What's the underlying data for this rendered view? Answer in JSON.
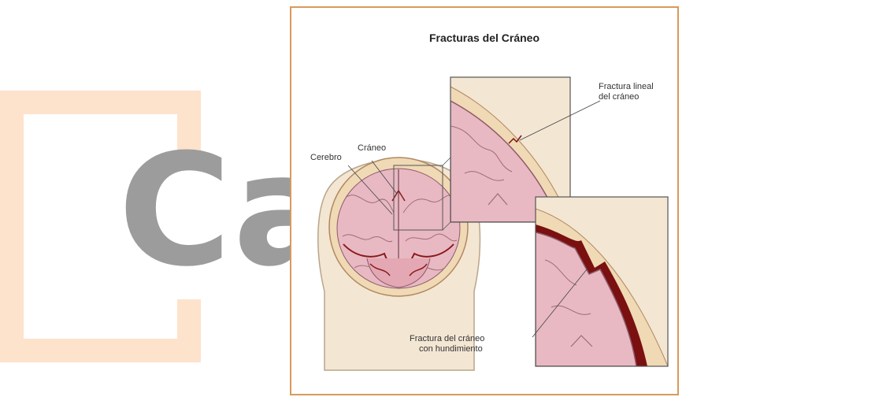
{
  "watermark": {
    "text": "Ca        rte",
    "bracket_color": "#fde2cc",
    "text_color": "#9c9c9c"
  },
  "figure": {
    "title": "Fracturas del Cráneo",
    "border_color": "#d79a5c",
    "labels": {
      "brain": "Cerebro",
      "skull": "Cráneo",
      "linear_fracture_line1": "Fractura lineal",
      "linear_fracture_line2": "del cráneo",
      "depressed_fracture_line1": "Fractura del cráneo",
      "depressed_fracture_line2": "con hundimiento"
    },
    "colors": {
      "brain": "#e8b9c3",
      "skull": "#f0d9b5",
      "scalp": "#f3e6d3",
      "blood": "#7a1010"
    }
  }
}
